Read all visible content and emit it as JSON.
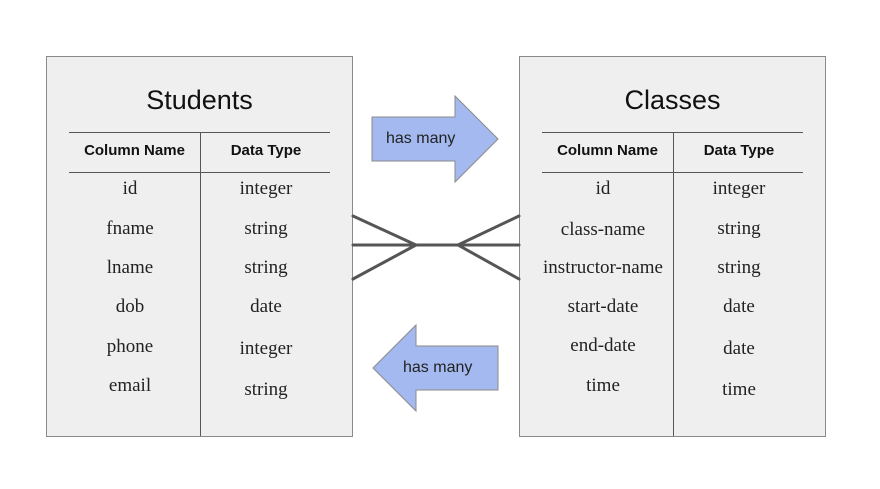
{
  "students": {
    "title": "Students",
    "headers": {
      "name": "Column Name",
      "type": "Data Type"
    },
    "rows": [
      {
        "name": "id",
        "type": "integer"
      },
      {
        "name": "fname",
        "type": "string"
      },
      {
        "name": "lname",
        "type": "string"
      },
      {
        "name": "dob",
        "type": "date"
      },
      {
        "name": "phone",
        "type": "integer"
      },
      {
        "name": "email",
        "type": "string"
      }
    ]
  },
  "classes": {
    "title": "Classes",
    "headers": {
      "name": "Column Name",
      "type": "Data Type"
    },
    "rows": [
      {
        "name": "id",
        "type": "integer"
      },
      {
        "name": "class-name",
        "type": "string"
      },
      {
        "name": "instructor-name",
        "type": "string"
      },
      {
        "name": "start-date",
        "type": "date"
      },
      {
        "name": "end-date",
        "type": "date"
      },
      {
        "name": "time",
        "type": "time"
      }
    ]
  },
  "relations": {
    "right_arrow_label": "has many",
    "left_arrow_label": "has many"
  },
  "colors": {
    "table_fill": "#efefef",
    "arrow_fill": "#a4b9f0",
    "connector_line": "#555555"
  }
}
